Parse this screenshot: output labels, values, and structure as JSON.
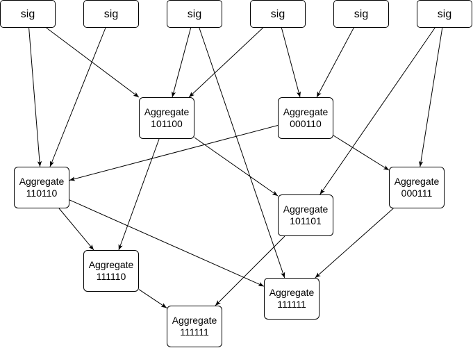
{
  "style": {
    "stroke": "#000000",
    "fill": "#ffffff",
    "text": "#000000"
  },
  "signatures": [
    {
      "id": "s1",
      "label": "sig"
    },
    {
      "id": "s2",
      "label": "sig"
    },
    {
      "id": "s3",
      "label": "sig"
    },
    {
      "id": "s4",
      "label": "sig"
    },
    {
      "id": "s5",
      "label": "sig"
    },
    {
      "id": "s6",
      "label": "sig"
    }
  ],
  "aggregates": [
    {
      "id": "a101100",
      "title": "Aggregate",
      "bits": "101100"
    },
    {
      "id": "a000110",
      "title": "Aggregate",
      "bits": "000110"
    },
    {
      "id": "a110110",
      "title": "Aggregate",
      "bits": "110110"
    },
    {
      "id": "a101101",
      "title": "Aggregate",
      "bits": "101101"
    },
    {
      "id": "a000111",
      "title": "Aggregate",
      "bits": "000111"
    },
    {
      "id": "a111110",
      "title": "Aggregate",
      "bits": "111110"
    },
    {
      "id": "a111111r",
      "title": "Aggregate",
      "bits": "111111"
    },
    {
      "id": "a111111b",
      "title": "Aggregate",
      "bits": "111111"
    }
  ],
  "edges": [
    {
      "from": "s1",
      "to": "a110110"
    },
    {
      "from": "s1",
      "to": "a101100"
    },
    {
      "from": "s2",
      "to": "a110110"
    },
    {
      "from": "s3",
      "to": "a101100"
    },
    {
      "from": "s3",
      "to": "a111111r"
    },
    {
      "from": "s4",
      "to": "a101100"
    },
    {
      "from": "s4",
      "to": "a000110"
    },
    {
      "from": "s5",
      "to": "a000110"
    },
    {
      "from": "s6",
      "to": "a101101"
    },
    {
      "from": "s6",
      "to": "a000111"
    },
    {
      "from": "a000110",
      "to": "a110110"
    },
    {
      "from": "a000110",
      "to": "a000111"
    },
    {
      "from": "a101100",
      "to": "a101101"
    },
    {
      "from": "a101100",
      "to": "a111110"
    },
    {
      "from": "a110110",
      "to": "a111110"
    },
    {
      "from": "a110110",
      "to": "a111111r"
    },
    {
      "from": "a101101",
      "to": "a111111b"
    },
    {
      "from": "a000111",
      "to": "a111111r"
    },
    {
      "from": "a111110",
      "to": "a111111b"
    }
  ]
}
